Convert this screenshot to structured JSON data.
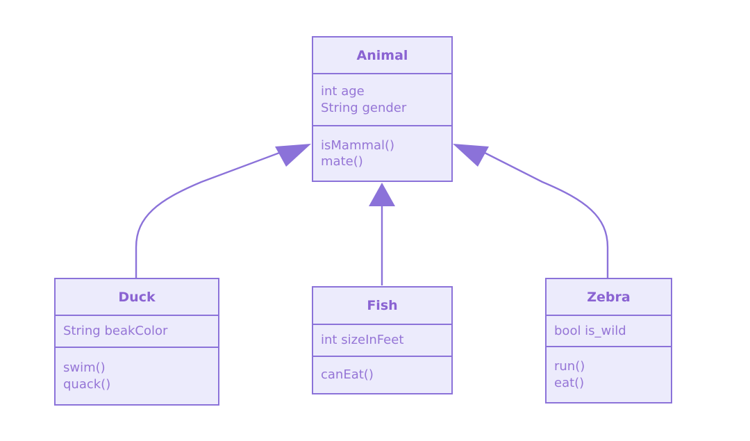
{
  "diagram": {
    "type": "uml-class-diagram",
    "relationship": "inheritance",
    "classes": {
      "animal": {
        "name": "Animal",
        "attributes": [
          "int age",
          "String gender"
        ],
        "methods": [
          "isMammal()",
          "mate()"
        ]
      },
      "duck": {
        "name": "Duck",
        "attributes": [
          "String beakColor"
        ],
        "methods": [
          "swim()",
          "quack()"
        ]
      },
      "fish": {
        "name": "Fish",
        "attributes": [
          "int sizeInFeet"
        ],
        "methods": [
          "canEat()"
        ]
      },
      "zebra": {
        "name": "Zebra",
        "attributes": [
          "bool is_wild"
        ],
        "methods": [
          "run()",
          "eat()"
        ]
      }
    },
    "edges": [
      {
        "name": "duck-inherits-animal",
        "from": "Duck",
        "to": "Animal",
        "marker": "inheritance-arrow"
      },
      {
        "name": "fish-inherits-animal",
        "from": "Fish",
        "to": "Animal",
        "marker": "inheritance-arrow"
      },
      {
        "name": "zebra-inherits-animal",
        "from": "Zebra",
        "to": "Animal",
        "marker": "inheritance-arrow"
      }
    ],
    "colors": {
      "box_fill": "#ECEBFC",
      "border": "#8B72D9",
      "title_text": "#8A63D2",
      "body_text": "#9575D6",
      "background": "#FFFFFF"
    }
  }
}
